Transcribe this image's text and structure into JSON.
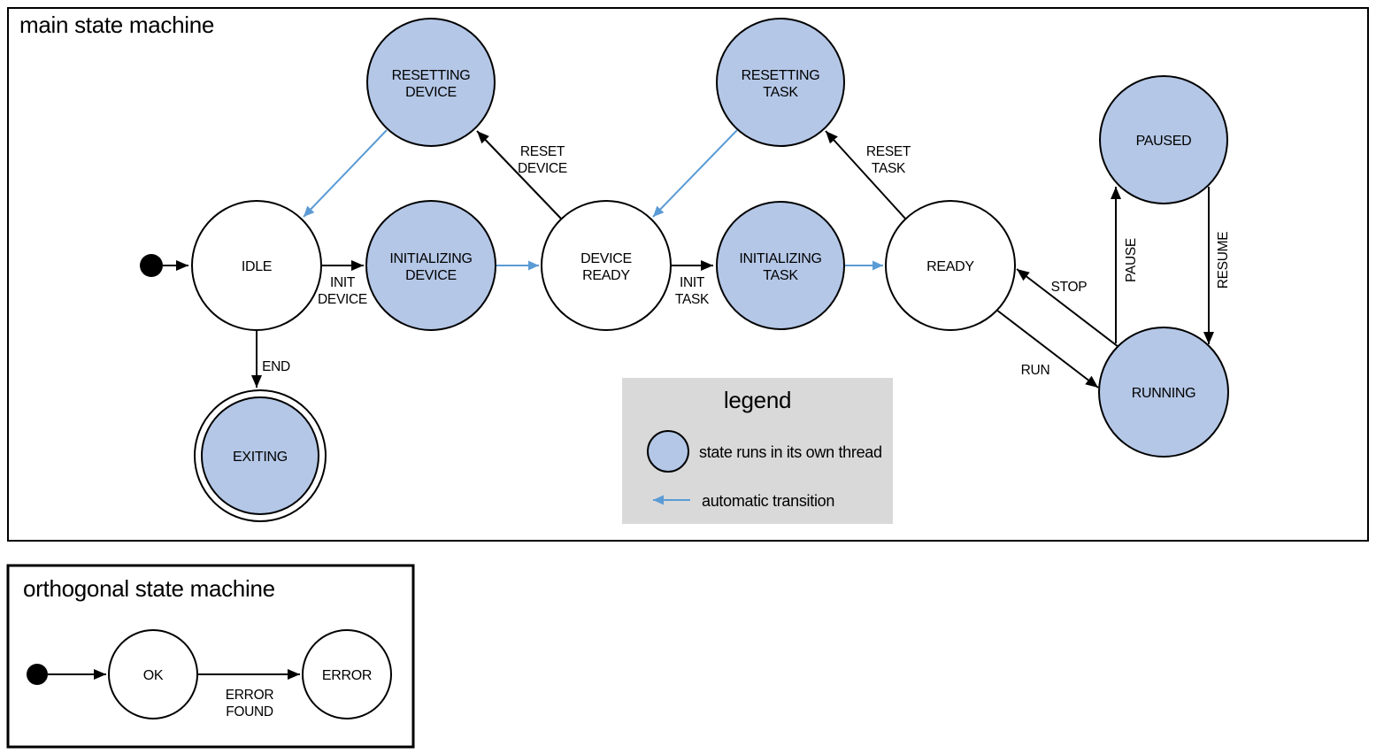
{
  "colors": {
    "threaded_state_fill": "#b4c7e7",
    "automatic_transition": "#5b9bd5",
    "outline": "#000000",
    "legend_background": "#d9d9d9"
  },
  "main": {
    "title": "main state machine",
    "states": {
      "idle": {
        "label": [
          "IDLE"
        ],
        "threaded": false
      },
      "resetting_device": {
        "label": [
          "RESETTING",
          "DEVICE"
        ],
        "threaded": true
      },
      "initializing_device": {
        "label": [
          "INITIALIZING",
          "DEVICE"
        ],
        "threaded": true
      },
      "device_ready": {
        "label": [
          "DEVICE",
          "READY"
        ],
        "threaded": false
      },
      "resetting_task": {
        "label": [
          "RESETTING",
          "TASK"
        ],
        "threaded": true
      },
      "initializing_task": {
        "label": [
          "INITIALIZING",
          "TASK"
        ],
        "threaded": true
      },
      "ready": {
        "label": [
          "READY"
        ],
        "threaded": false
      },
      "paused": {
        "label": [
          "PAUSED"
        ],
        "threaded": true
      },
      "running": {
        "label": [
          "RUNNING"
        ],
        "threaded": true
      },
      "exiting": {
        "label": [
          "EXITING"
        ],
        "threaded": true,
        "final": true
      }
    },
    "transitions": {
      "start": {
        "from": "initial",
        "to": "idle",
        "label": []
      },
      "init_device": {
        "from": "idle",
        "to": "initializing_device",
        "label": [
          "INIT",
          "DEVICE"
        ]
      },
      "device_initialized": {
        "from": "initializing_device",
        "to": "device_ready",
        "automatic": true,
        "label": []
      },
      "reset_device": {
        "from": "device_ready",
        "to": "resetting_device",
        "label": [
          "RESET",
          "DEVICE"
        ]
      },
      "device_reset_done": {
        "from": "resetting_device",
        "to": "idle",
        "automatic": true,
        "label": []
      },
      "init_task": {
        "from": "device_ready",
        "to": "initializing_task",
        "label": [
          "INIT",
          "TASK"
        ]
      },
      "task_initialized": {
        "from": "initializing_task",
        "to": "ready",
        "automatic": true,
        "label": []
      },
      "reset_task": {
        "from": "ready",
        "to": "resetting_task",
        "label": [
          "RESET",
          "TASK"
        ]
      },
      "task_reset_done": {
        "from": "resetting_task",
        "to": "device_ready",
        "automatic": true,
        "label": []
      },
      "run": {
        "from": "ready",
        "to": "running",
        "label": [
          "RUN"
        ]
      },
      "stop": {
        "from": "running",
        "to": "ready",
        "label": [
          "STOP"
        ]
      },
      "pause": {
        "from": "running",
        "to": "paused",
        "label": [
          "PAUSE"
        ]
      },
      "resume": {
        "from": "paused",
        "to": "running",
        "label": [
          "RESUME"
        ]
      },
      "end": {
        "from": "idle",
        "to": "exiting",
        "label": [
          "END"
        ]
      }
    }
  },
  "legend": {
    "title": "legend",
    "items": [
      {
        "symbol": "threaded-state-circle",
        "label": "state runs in its own thread"
      },
      {
        "symbol": "automatic-transition-arrow",
        "label": "automatic transition"
      }
    ]
  },
  "orthogonal": {
    "title": "orthogonal state machine",
    "states": {
      "ok": {
        "label": [
          "OK"
        ]
      },
      "error": {
        "label": [
          "ERROR"
        ]
      }
    },
    "transitions": {
      "start": {
        "from": "initial",
        "to": "ok",
        "label": []
      },
      "error_found": {
        "from": "ok",
        "to": "error",
        "label": [
          "ERROR",
          "FOUND"
        ]
      }
    }
  }
}
